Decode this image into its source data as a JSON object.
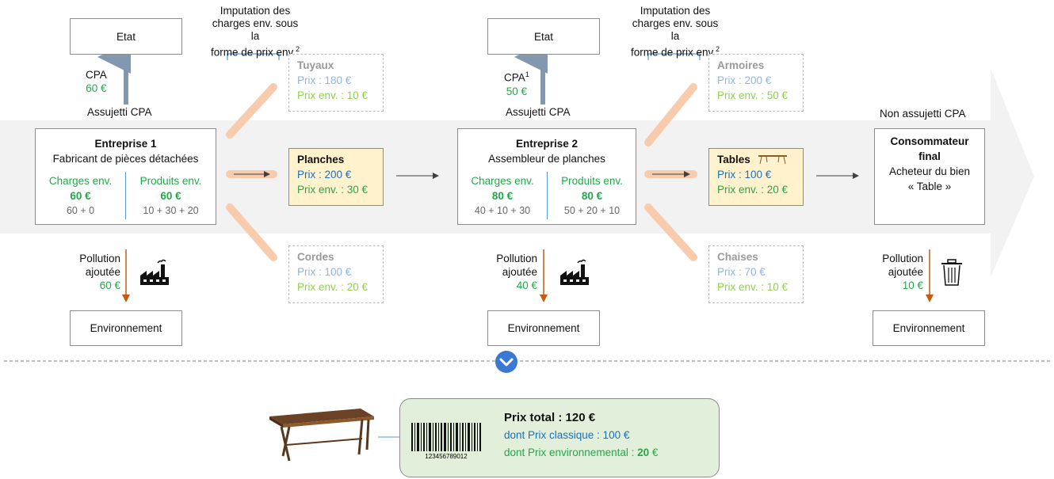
{
  "imputation_label": [
    "Imputation des",
    "charges env. sous la",
    "forme de prix env.",
    "2"
  ],
  "etat": "Etat",
  "environnement": "Environnement",
  "assujetti": "Assujetti CPA",
  "non_assujetti": "Non assujetti CPA",
  "cpa1": {
    "label": "CPA",
    "sup": "",
    "value": "60 €"
  },
  "cpa2": {
    "label": "CPA",
    "sup": "1",
    "value": "50 €"
  },
  "pollution_label": [
    "Pollution",
    "ajoutée"
  ],
  "pollution_values": [
    "60 €",
    "40 €",
    "10 €"
  ],
  "entreprise1": {
    "title": "Entreprise 1",
    "subtitle": "Fabricant de pièces détachées",
    "charges_label": "Charges env.",
    "produits_label": "Produits env.",
    "charges_value": "60 €",
    "produits_value": "60 €",
    "charges_detail": "60 + 0",
    "produits_detail": "10 + 30 + 20"
  },
  "entreprise2": {
    "title": "Entreprise 2",
    "subtitle": "Assembleur de planches",
    "charges_label": "Charges env.",
    "produits_label": "Produits env.",
    "charges_value": "80 €",
    "produits_value": "80 €",
    "charges_detail": "40 + 10 + 30",
    "produits_detail": "50 + 20 + 10"
  },
  "consommateur": {
    "title": [
      "Consommateur",
      "final"
    ],
    "subtitle": [
      "Acheteur du bien",
      "« Table »"
    ]
  },
  "products": {
    "tuyaux": {
      "name": "Tuyaux",
      "prix": "Prix : 180 €",
      "env": "Prix env. : 10 €"
    },
    "planches": {
      "name": "Planches",
      "prix": "Prix : 200 €",
      "env": "Prix env. : 30 €"
    },
    "cordes": {
      "name": "Cordes",
      "prix": "Prix : 100 €",
      "env": "Prix env. : 20 €"
    },
    "armoires": {
      "name": "Armoires",
      "prix": "Prix : 200 €",
      "env": "Prix env. : 50 €"
    },
    "tables": {
      "name": "Tables",
      "prix": "Prix : 100 €",
      "env": "Prix env. : 20 €"
    },
    "chaises": {
      "name": "Chaises",
      "prix": "Prix : 70 €",
      "env": "Prix env. : 10 €"
    }
  },
  "summary": {
    "total": "Prix total : 120 €",
    "classique": "dont Prix classique : 100 €",
    "env_prefix": "dont Prix environnemental : ",
    "env_value": "20",
    "env_suffix": " €",
    "barcode_number": "123456789012"
  },
  "colors": {
    "blue": "#1a6fc0",
    "green": "#22a84a",
    "light_blue": "#8fb4e3",
    "light_green": "#92d050",
    "orange_arrow": "#f8cbad",
    "pollution_arrow": "#c55a11",
    "cpa_arrow": "#8497b0"
  }
}
